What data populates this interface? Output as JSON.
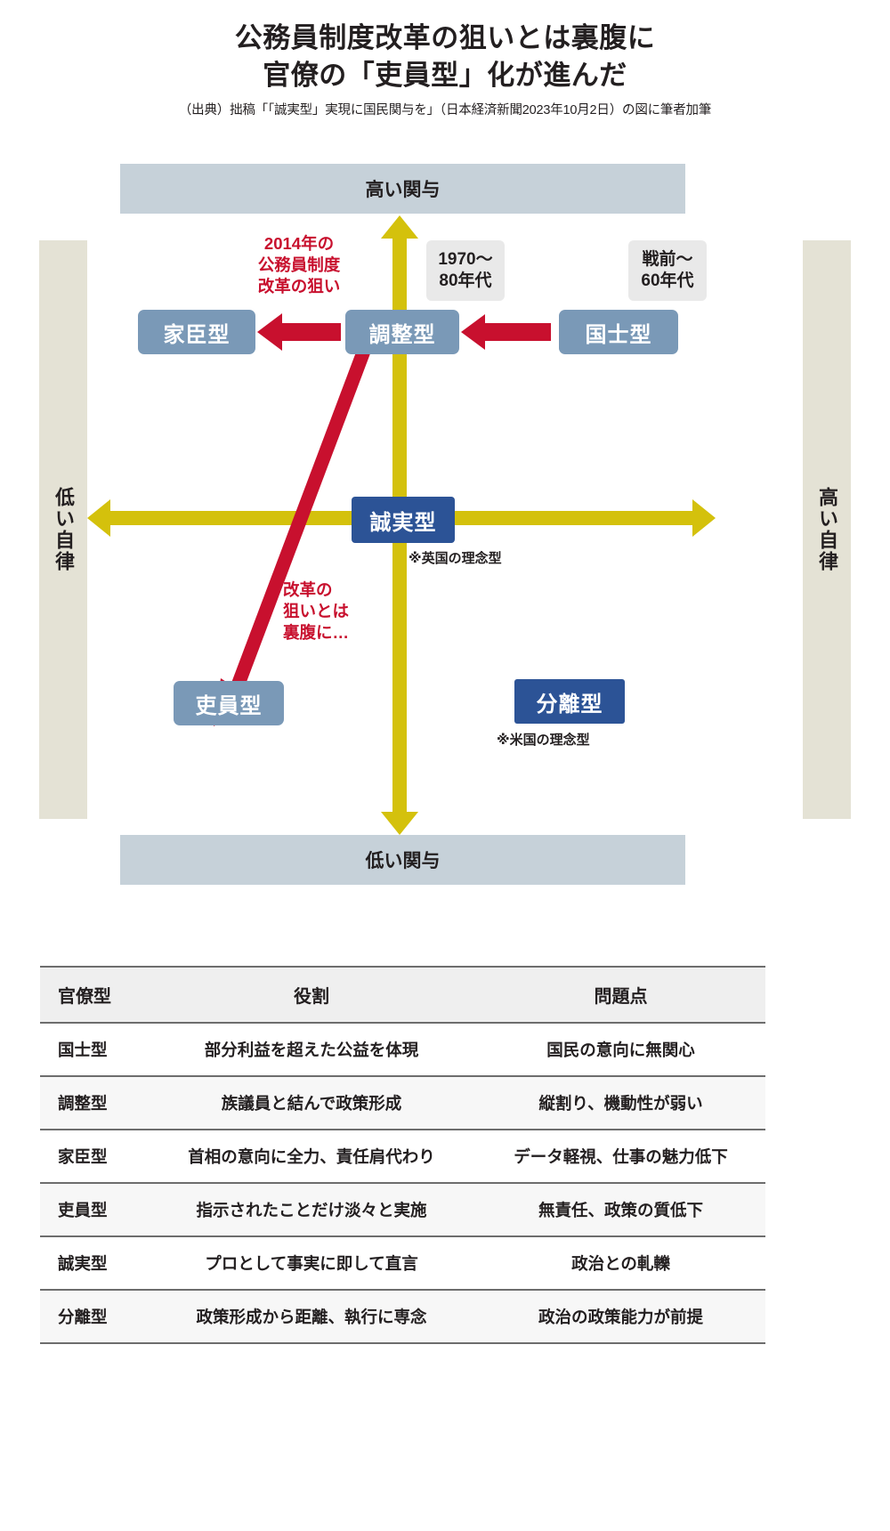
{
  "header": {
    "title_line1": "公務員制度改革の狙いとは裏腹に",
    "title_line2": "官僚の「吏員型」化が進んだ",
    "source": "（出典）拙稿「「誠実型」実現に国民関与を」（日本経済新聞2023年10月2日）の図に筆者加筆"
  },
  "diagram": {
    "axis_top_label": "高い関与",
    "axis_bottom_label": "低い関与",
    "axis_left_label": "低い自律",
    "axis_right_label": "高い自律",
    "boxes": {
      "kashin": "家臣型",
      "chousei": "調整型",
      "kokushi": "国士型",
      "seijitsu": "誠実型",
      "riin": "吏員型",
      "bunri": "分離型"
    },
    "eras": {
      "era_1970_line1": "1970〜",
      "era_1970_line2": "80年代",
      "era_prewar_line1": "戦前〜",
      "era_prewar_line2": "60年代"
    },
    "annotations": {
      "reform_aim_line1": "2014年の",
      "reform_aim_line2": "公務員制度",
      "reform_aim_line3": "改革の狙い",
      "urahara_line1": "改革の",
      "urahara_line2": "狙いとは",
      "urahara_line3": "裏腹に…"
    },
    "notes": {
      "uk": "※英国の理念型",
      "us": "※米国の理念型"
    },
    "colors": {
      "axis": "#d4c10c",
      "arrow_red": "#c8102e",
      "box_light": "#7a99b7",
      "box_dark": "#2c5396",
      "band": "#c6d1d9",
      "side_band": "#e4e2d5"
    }
  },
  "table": {
    "headers": [
      "官僚型",
      "役割",
      "問題点"
    ],
    "rows": [
      [
        "国士型",
        "部分利益を超えた公益を体現",
        "国民の意向に無関心"
      ],
      [
        "調整型",
        "族議員と結んで政策形成",
        "縦割り、機動性が弱い"
      ],
      [
        "家臣型",
        "首相の意向に全力、責任肩代わり",
        "データ軽視、仕事の魅力低下"
      ],
      [
        "吏員型",
        "指示されたことだけ淡々と実施",
        "無責任、政策の質低下"
      ],
      [
        "誠実型",
        "プロとして事実に即して直言",
        "政治との軋轢"
      ],
      [
        "分離型",
        "政策形成から距離、執行に専念",
        "政治の政策能力が前提"
      ]
    ]
  }
}
